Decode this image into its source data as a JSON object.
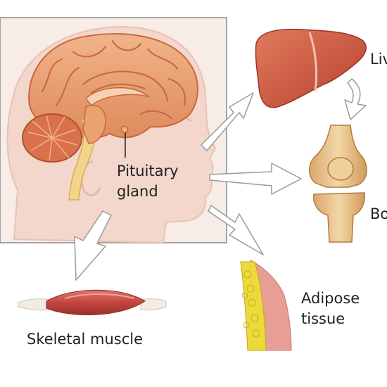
{
  "labels": {
    "pituitary_line1": "Pituitary",
    "pituitary_line2": "gland",
    "skeletal_muscle": "Skeletal muscle",
    "adipose_line1": "Adipose",
    "adipose_line2": "tissue",
    "liver_partial": "Liv",
    "bone_partial": "Bo"
  },
  "colors": {
    "panel_border": "#8a8a8a",
    "panel_bg": "#f7ece6",
    "skin": "#f3d7cc",
    "brain": "#e9a274",
    "brain_fold": "#c8673c",
    "cerebellum": "#d9714a",
    "spinal_cord": "#f2d58a",
    "liver": "#c9573f",
    "bone": "#e8c48a",
    "muscle": "#c94a47",
    "tendon": "#f3ece4",
    "fat": "#ecd93a",
    "arrow_fill": "#ffffff",
    "arrow_stroke": "#9a9a9a"
  }
}
